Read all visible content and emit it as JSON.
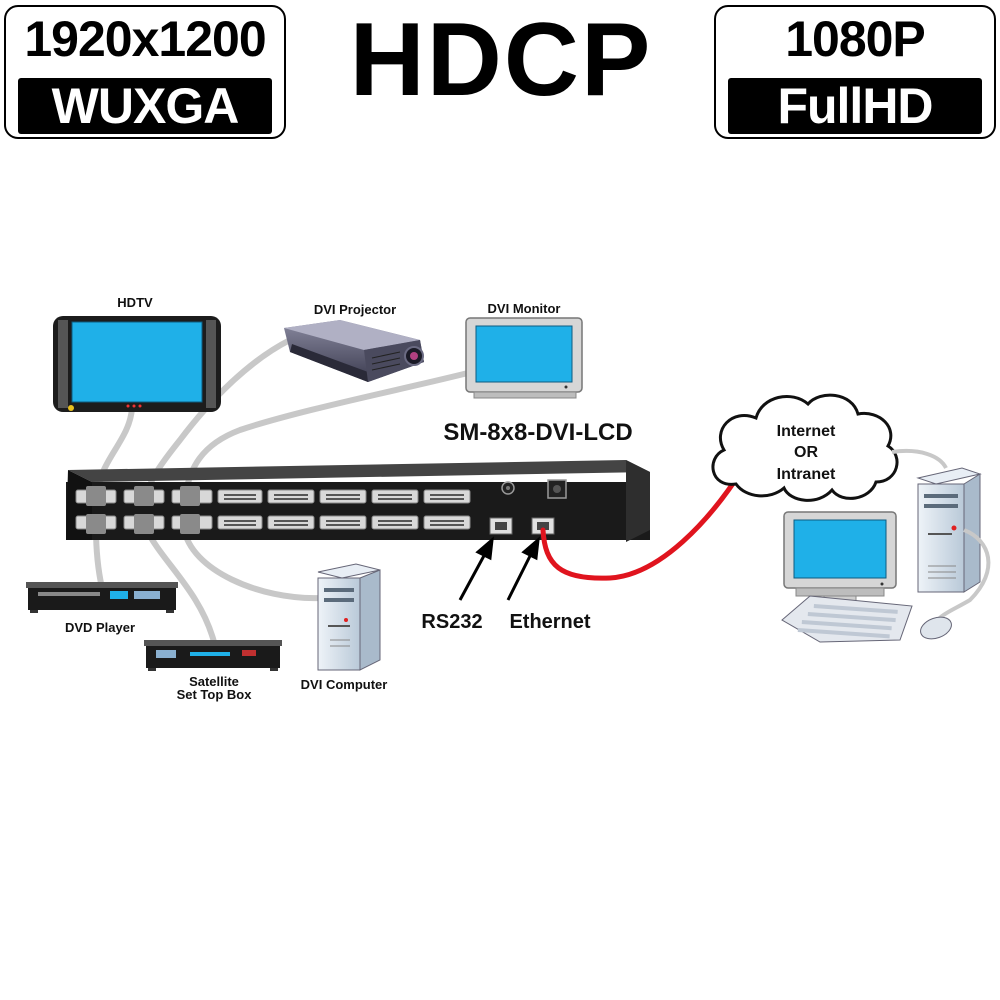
{
  "badges": {
    "left": {
      "top": "1920x1200",
      "bottom": "WUXGA"
    },
    "center": "HDCP",
    "right": {
      "top": "1080P",
      "bottom": "FullHD"
    }
  },
  "diagram": {
    "device_name": "SM-8x8-DVI-LCD",
    "labels": {
      "hdtv": "HDTV",
      "dvi_projector": "DVI Projector",
      "dvi_monitor": "DVI Monitor",
      "dvd_player": "DVD Player",
      "satellite_line1": "Satellite",
      "satellite_line2": "Set Top Box",
      "dvi_computer": "DVI Computer",
      "rs232": "RS232",
      "ethernet": "Ethernet",
      "cloud_line1": "Internet",
      "cloud_line2": "OR",
      "cloud_line3": "Intranet"
    },
    "colors": {
      "screen": "#1fb0e8",
      "cable": "#c8c8c8",
      "network_cable": "#e0141e",
      "chassis": "#1a1a1a",
      "computer_case": "#d8e4ef"
    }
  }
}
